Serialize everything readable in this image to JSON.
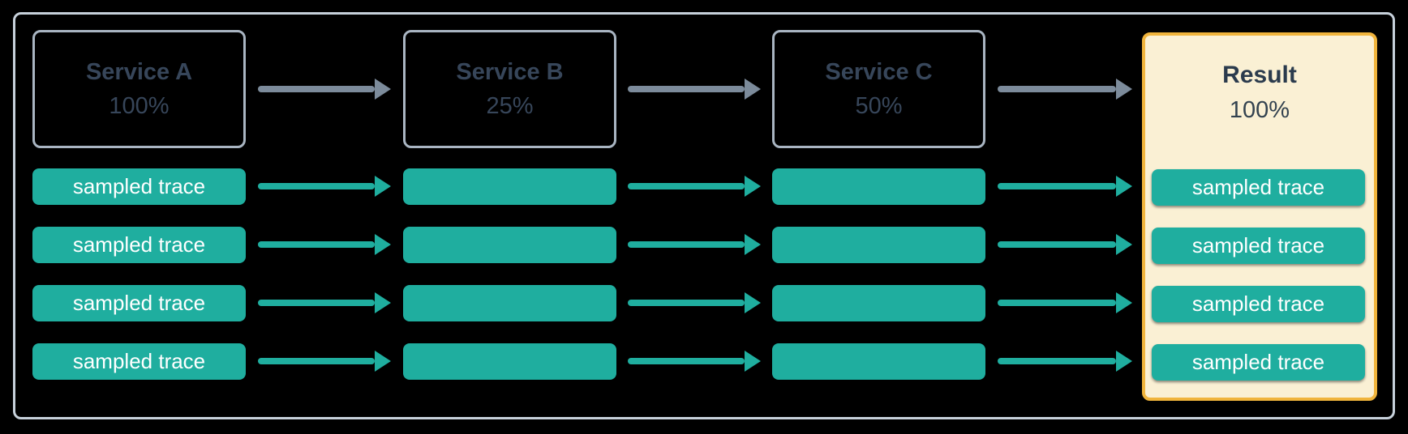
{
  "diagram": {
    "columns": [
      {
        "title": "Service A",
        "rate": "100%"
      },
      {
        "title": "Service B",
        "rate": "25%"
      },
      {
        "title": "Service C",
        "rate": "50%"
      },
      {
        "title": "Result",
        "rate": "100%"
      }
    ],
    "trace_label": "sampled trace",
    "trace_rows": 4,
    "colors": {
      "teal": "#1FAE9F",
      "arrow_gray": "#7C8B9B",
      "service_box_border": "#A9B5C2",
      "container_border": "#C7D1DB",
      "service_text": "#37465A",
      "result_text": "#2B3B4D",
      "result_background": "#FAF0D4",
      "result_border": "#F0B43C",
      "trace_text": "#FFFFFF",
      "background": "#000000"
    }
  }
}
